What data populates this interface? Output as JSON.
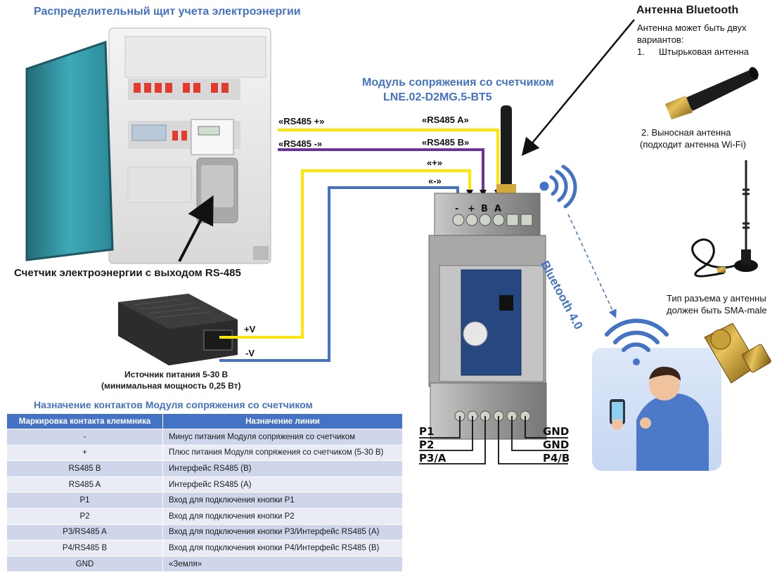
{
  "titles": {
    "panel": "Распределительный щит учета электроэнергии",
    "module": "Модуль сопряжения со счетчиком",
    "module_model": "LNE.02-D2MG.5-BT5",
    "antenna": "Антенна Bluetooth",
    "table": "Назначение контактов Модуля сопряжения со счетчиком"
  },
  "captions": {
    "meter": "Счетчик электроэнергии с выходом RS-485",
    "psu_line1": "Источник питания 5-30 В",
    "psu_line2": "(минимальная мощность 0,25 Вт)"
  },
  "wire_labels": {
    "rs485_plus": "«RS485 +»",
    "rs485_minus": "«RS485 -»",
    "rs485_a": "«RS485 A»",
    "rs485_b": "«RS485 B»",
    "plus": "«+»",
    "minus": "«-»",
    "psu_plus": "+V",
    "psu_minus": "-V"
  },
  "top_terminals": [
    "-",
    "+",
    "B",
    "A"
  ],
  "bottom_terminals": {
    "left": [
      "P1",
      "P2",
      "P3/A"
    ],
    "right": [
      "GND",
      "GND",
      "P4/B"
    ]
  },
  "bluetooth_label": "Bluetooth 4.0",
  "antenna_notes": {
    "intro_line1": "Антенна может быть двух",
    "intro_line2": "вариантов:",
    "opt1_num": "1.",
    "opt1": "Штырьковая антенна",
    "opt2_line1": "2.  Выносная антенна",
    "opt2_line2": "(подходит антенна Wi-Fi)",
    "connector_line1": "Тип разъема у антенны",
    "connector_line2": "должен быть SMA-male"
  },
  "pin_table": {
    "headers": [
      "Маркировка контакта клеммника",
      "Назначение линии"
    ],
    "rows": [
      [
        "-",
        "Минус питания Модуля сопряжения со счетчиком"
      ],
      [
        "+",
        "Плюс питания Модуля сопряжения со счетчиком (5-30 В)"
      ],
      [
        "RS485 B",
        "Интерфейс RS485 (B)"
      ],
      [
        "RS485 A",
        "Интерфейс RS485 (A)"
      ],
      [
        "P1",
        "Вход для подключения кнопки P1"
      ],
      [
        "P2",
        "Вход для подключения кнопки P2"
      ],
      [
        "P3/RS485 A",
        "Вход для подключения кнопки P3/Интерфейс RS485 (A)"
      ],
      [
        "P4/RS485 B",
        "Вход для подключения кнопки P4/Интерфейс RS485 (B)"
      ],
      [
        "GND",
        "«Земля»"
      ]
    ]
  },
  "colors": {
    "title_blue": "#4472c4",
    "wire_yellow": "#ffe600",
    "wire_purple": "#7030a0",
    "wire_blue": "#4472c4",
    "table_header": "#4472c4",
    "table_row_dark": "#cfd5ea",
    "table_row_light": "#e9ebf5"
  }
}
